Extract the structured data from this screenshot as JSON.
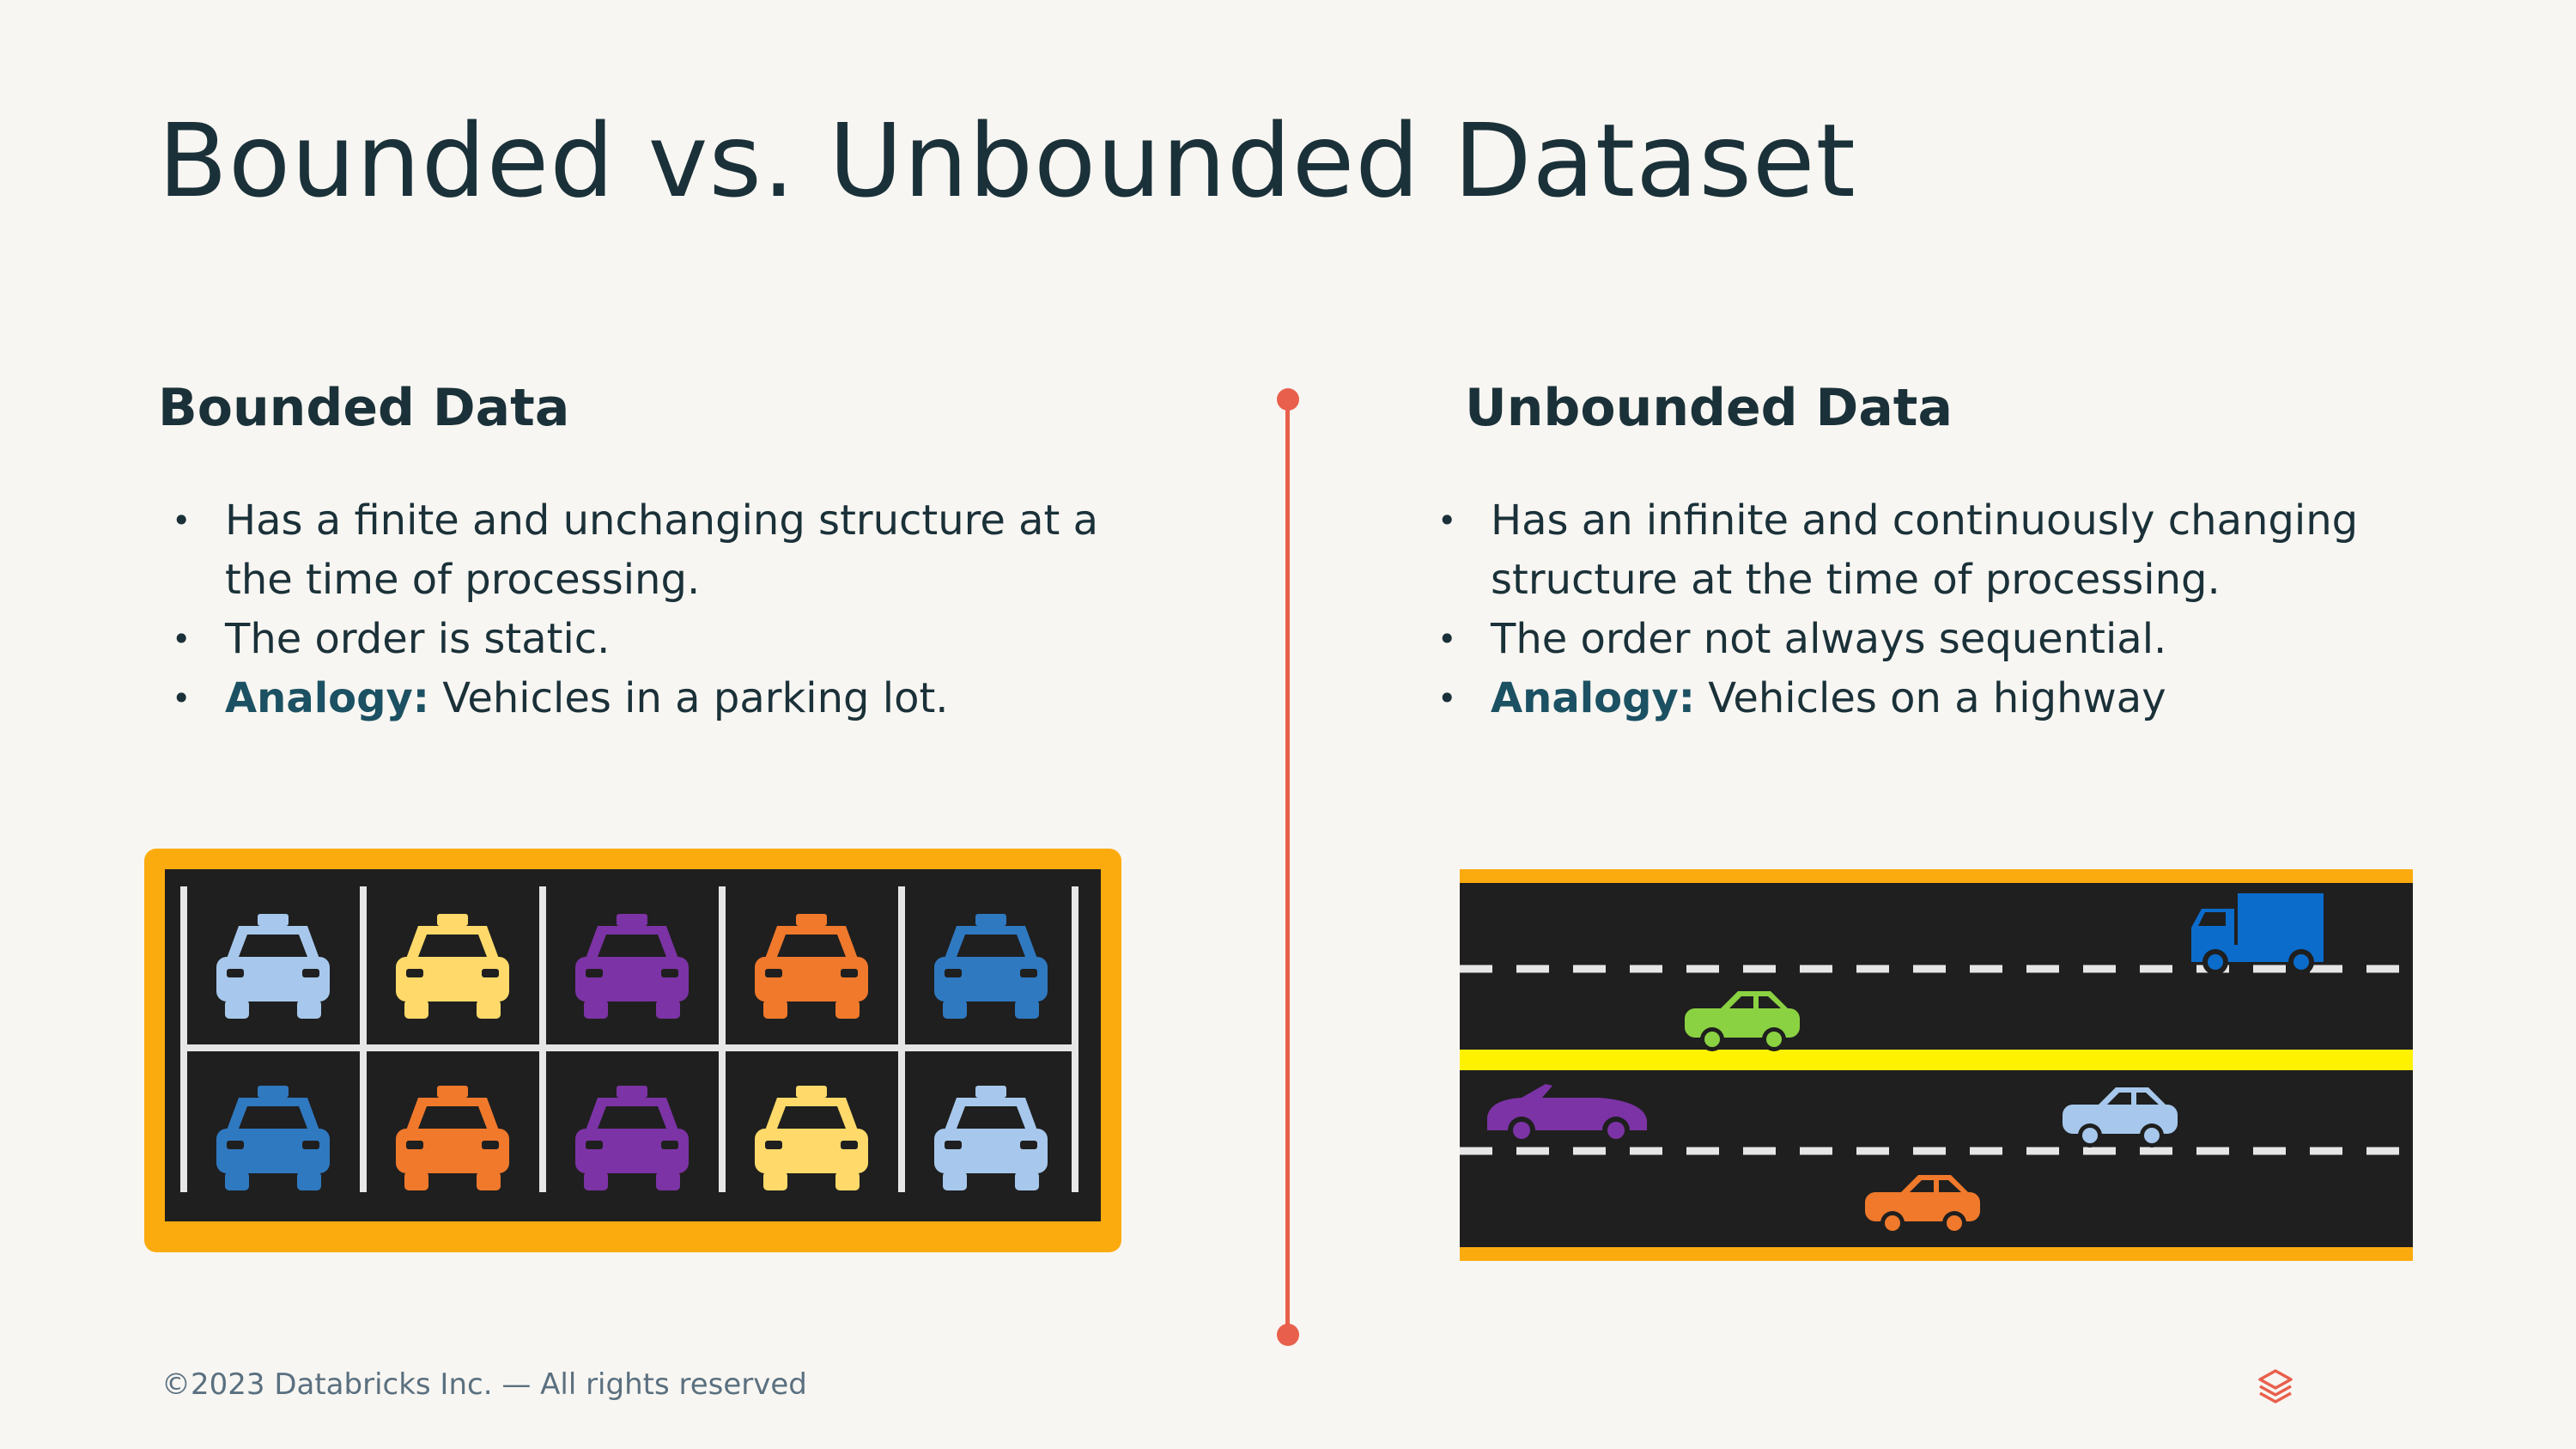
{
  "title": "Bounded vs. Unbounded Dataset",
  "bounded": {
    "heading": "Bounded Data",
    "bullet1": "Has a finite and unchanging structure at a the time of processing.",
    "bullet2": "The order is static.",
    "bullet3_label": "Analogy:",
    "bullet3_text": " Vehicles in a parking lot.",
    "parking_lot": {
      "border_color": "#fcab0f",
      "ground_color": "#1f1f1f",
      "rows": [
        [
          "#a7c8ec",
          "#ffda6a",
          "#7c33a5",
          "#f0792c",
          "#2f79c1"
        ],
        [
          "#2f79c1",
          "#f0792c",
          "#7c33a5",
          "#ffda6a",
          "#a7c8ec"
        ]
      ]
    }
  },
  "unbounded": {
    "heading": "Unbounded Data",
    "bullet1": "Has an infinite and continuously changing structure at the time of processing.",
    "bullet2": "The order not always sequential.",
    "bullet3_label": "Analogy:",
    "bullet3_text": " Vehicles on a highway",
    "highway": {
      "edge_color": "#fcab0f",
      "center_line_color": "#fff200",
      "vehicles": [
        {
          "kind": "truck",
          "color": "#0b6ccb"
        },
        {
          "kind": "car",
          "color": "#8bd242"
        },
        {
          "kind": "convertible",
          "color": "#7c33a5"
        },
        {
          "kind": "car",
          "color": "#a7c8ec"
        },
        {
          "kind": "car",
          "color": "#f0792c"
        }
      ]
    }
  },
  "divider_color": "#e8604c",
  "footer": "©2023 Databricks Inc. — All rights reserved",
  "logo": {
    "icon": "databricks-logo-icon",
    "color": "#e8604c"
  }
}
